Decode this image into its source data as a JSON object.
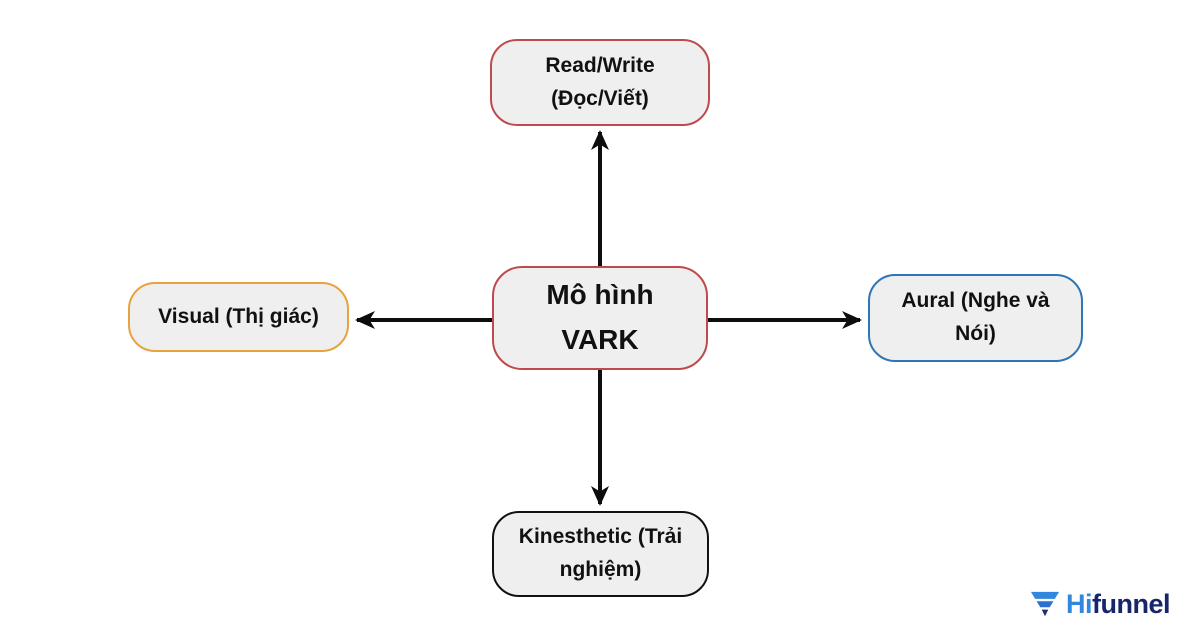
{
  "diagram_title": "Mô hình VARK",
  "nodes": {
    "center": {
      "line1": "Mô hình",
      "line2": "VARK"
    },
    "top": {
      "line1": "Read/Write",
      "line2": "(Đọc/Viết)"
    },
    "left": {
      "line1": "Visual (Thị giác)"
    },
    "right": {
      "line1": "Aural (Nghe và",
      "line2": "Nói)"
    },
    "bottom": {
      "line1": "Kinesthetic (Trải",
      "line2": "nghiệm)"
    }
  },
  "colors": {
    "center_border": "#bf4a4d",
    "top_border": "#bf4a4d",
    "left_border": "#e7a33e",
    "right_border": "#2e75b6",
    "bottom_border": "#111111",
    "node_fill": "#f0eff0",
    "arrow": "#0d0d0d",
    "logo_hi": "#3186de",
    "logo_funnel": "#16266b",
    "funnel_stripe_top": "#3186de",
    "funnel_stripe_mid": "#2b6fd0",
    "funnel_stripe_tip": "#1b2f72"
  },
  "branding": {
    "hi": "Hi",
    "funnel": "funnel"
  }
}
